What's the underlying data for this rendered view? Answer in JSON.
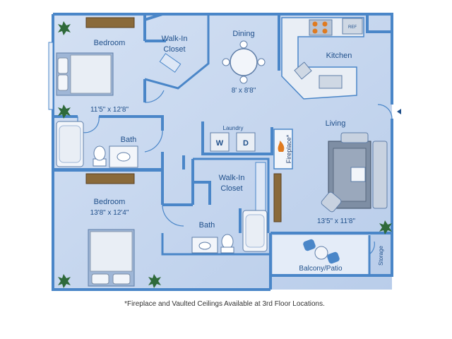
{
  "rooms": {
    "bedroom1": {
      "name": "Bedroom",
      "dimensions": "11'5\" x 12'8\""
    },
    "walkin1": {
      "name_line1": "Walk-In",
      "name_line2": "Closet"
    },
    "dining": {
      "name": "Dining",
      "dimensions": "8' x 8'8\""
    },
    "kitchen": {
      "name": "Kitchen",
      "appliance_label": "REF"
    },
    "bath1": {
      "name": "Bath"
    },
    "laundry": {
      "name": "Laundry",
      "washer": "W",
      "dryer": "D"
    },
    "fireplace": {
      "name": "Fireplace*"
    },
    "living": {
      "name": "Living",
      "dimensions": "13'5\" x 11'8\""
    },
    "walkin2": {
      "name_line1": "Walk-In",
      "name_line2": "Closet"
    },
    "bedroom2": {
      "name": "Bedroom",
      "dimensions": "13'8\" x 12'4\""
    },
    "bath2": {
      "name": "Bath"
    },
    "balcony": {
      "name": "Balcony/Patio"
    },
    "storage": {
      "name": "Storage"
    }
  },
  "footnote": "*Fireplace and Vaulted Ceilings Available at 3rd Floor Locations.",
  "colors": {
    "wall": "#4a86c8",
    "floor": "#c9d9f0",
    "floor_light": "#dde7f6",
    "label": "#1f4f8a",
    "wood": "#8a6a3a",
    "plant": "#2f6a3a"
  }
}
